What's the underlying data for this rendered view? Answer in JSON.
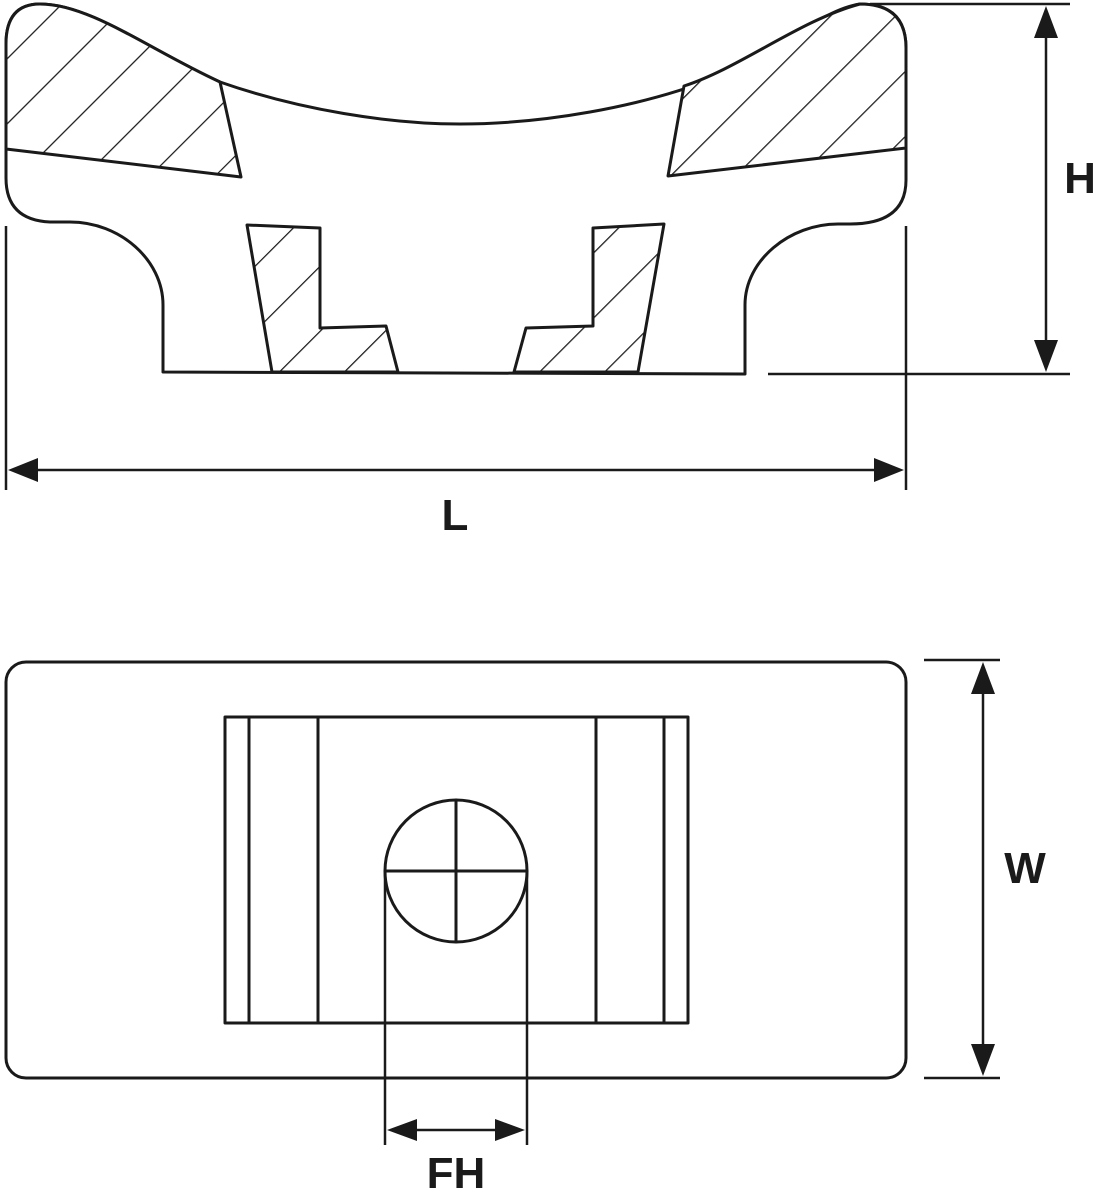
{
  "labels": {
    "length": "L",
    "height": "H",
    "width": "W",
    "fixing_hole": "FH"
  },
  "colors": {
    "line": "#1a1a1a",
    "background": "#ffffff"
  }
}
